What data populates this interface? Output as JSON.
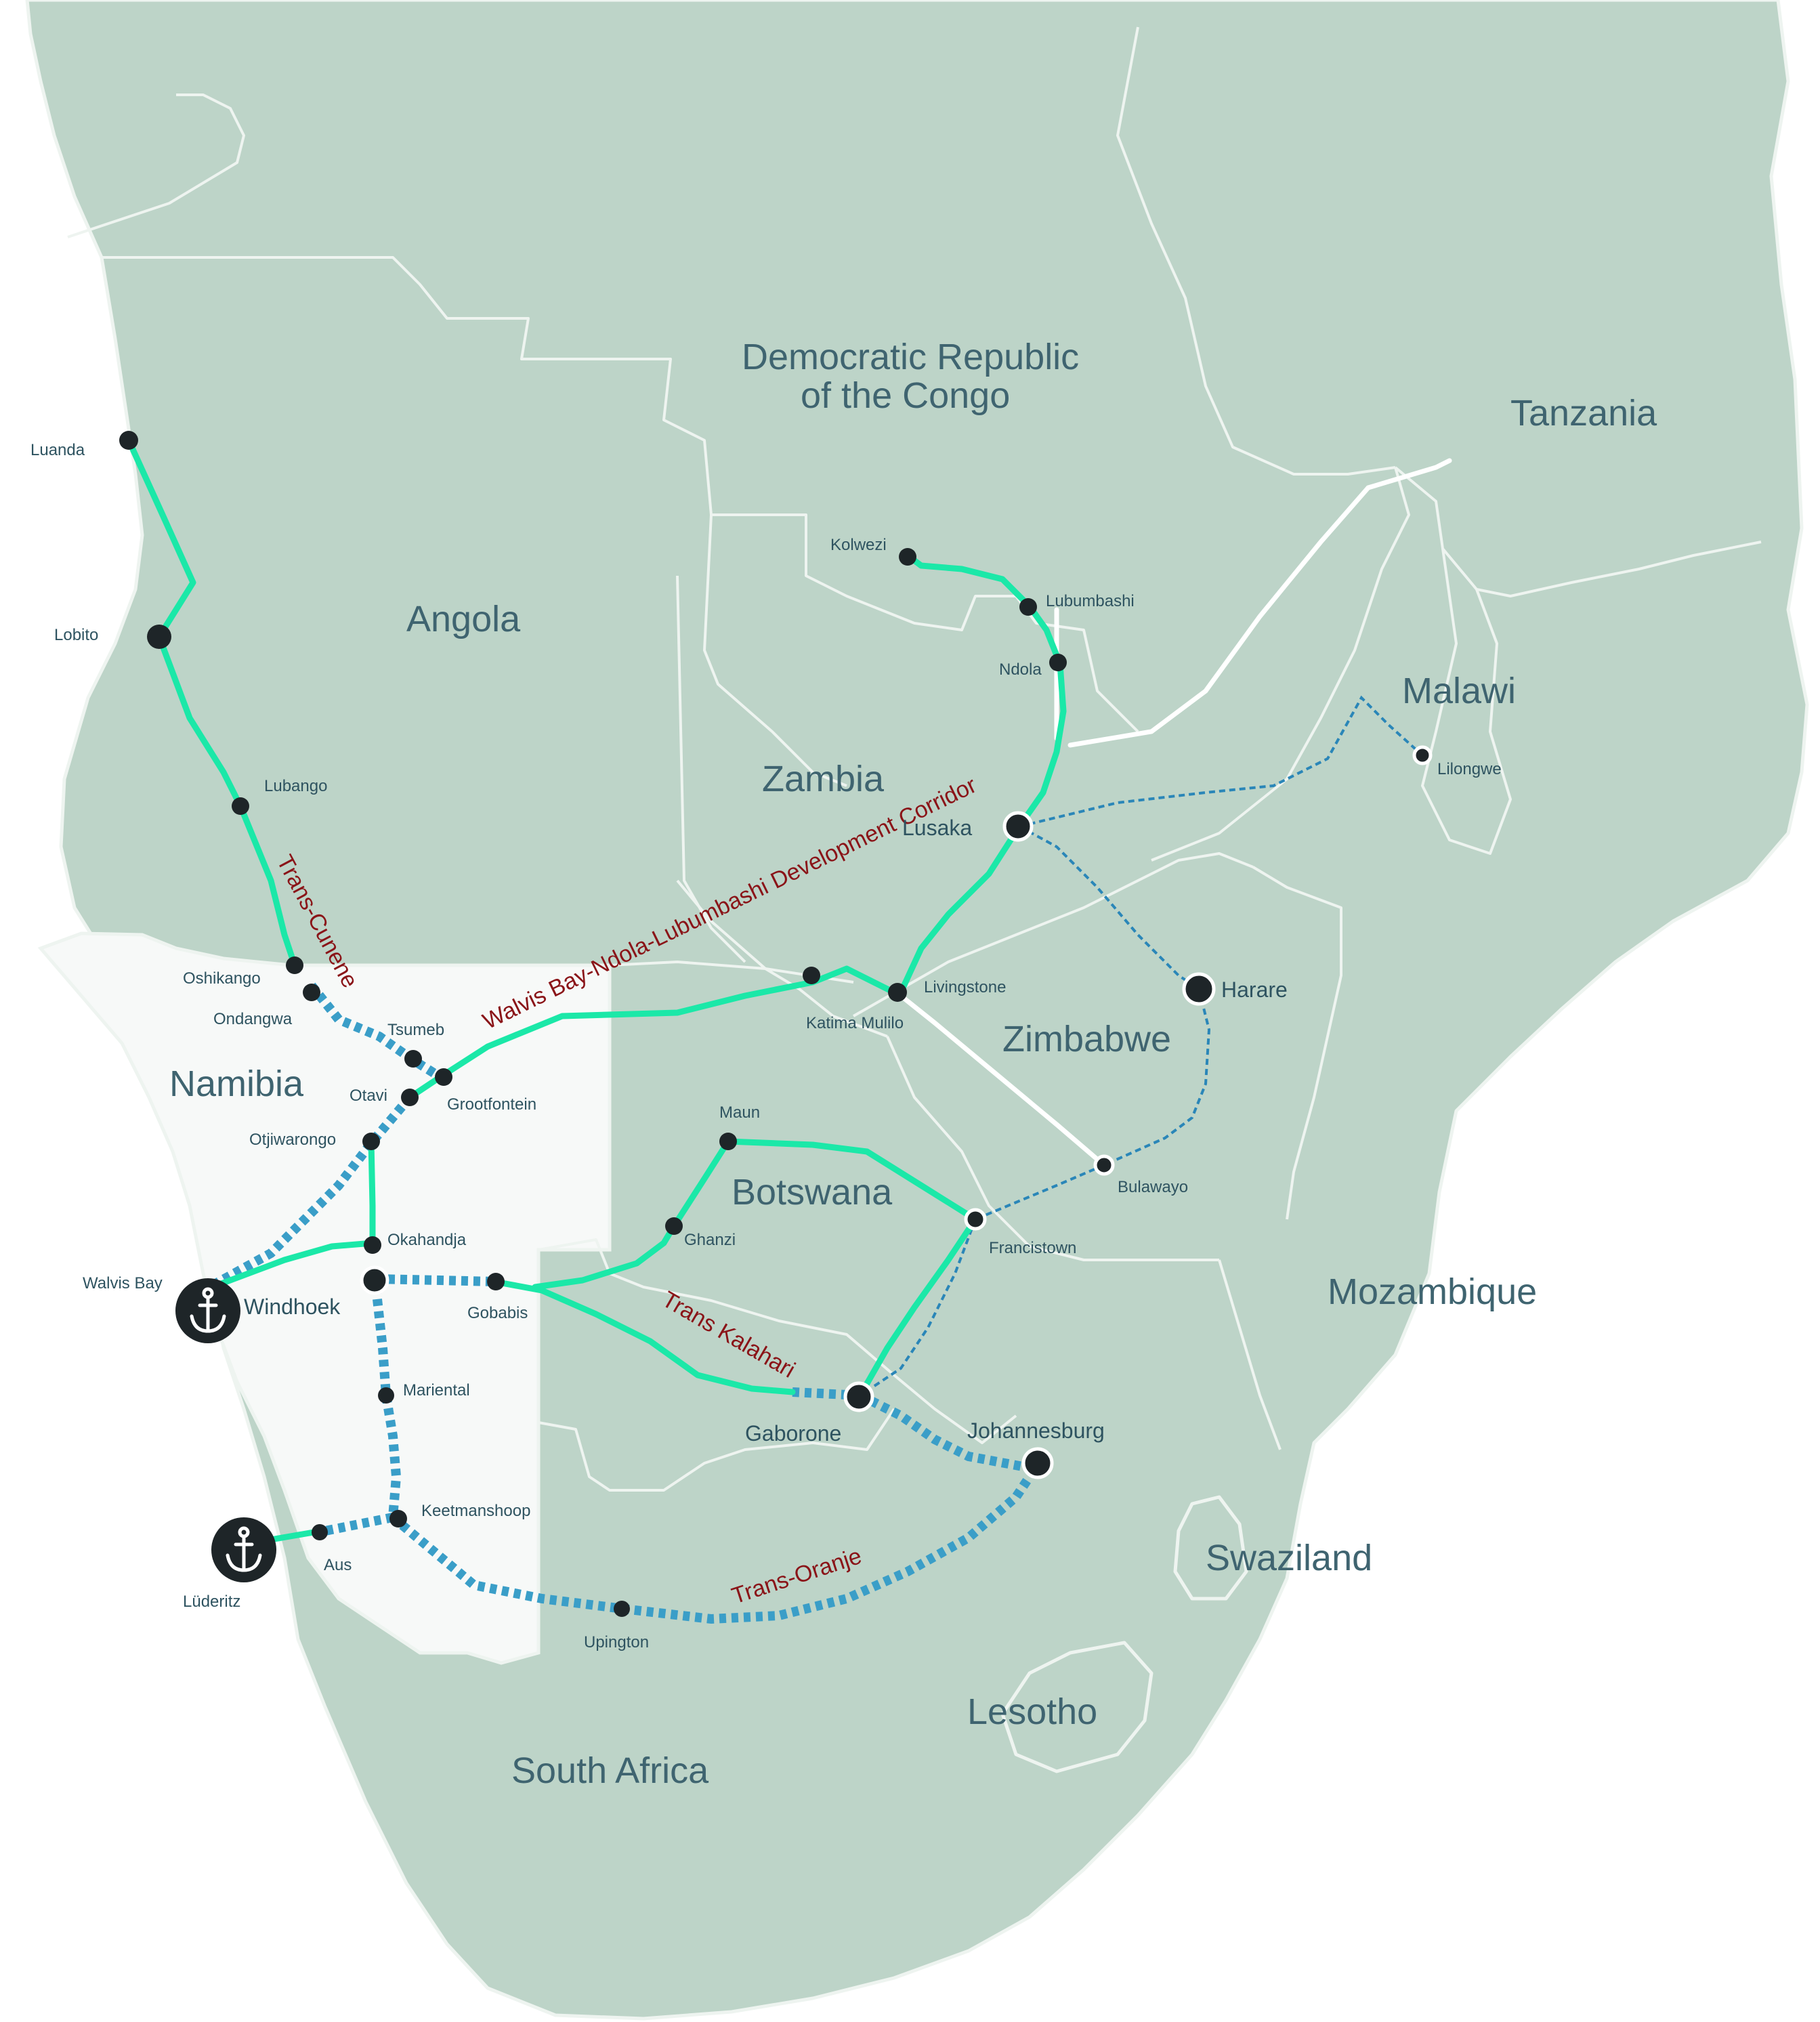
{
  "map": {
    "countries": [
      {
        "id": "angola",
        "label": "Angola"
      },
      {
        "id": "drc",
        "label_line1": "Democratic Republic",
        "label_line2": "of the Congo"
      },
      {
        "id": "tanzania",
        "label": "Tanzania"
      },
      {
        "id": "zambia",
        "label": "Zambia"
      },
      {
        "id": "malawi",
        "label": "Malawi"
      },
      {
        "id": "namibia",
        "label": "Namibia"
      },
      {
        "id": "zimbabwe",
        "label": "Zimbabwe"
      },
      {
        "id": "botswana",
        "label": "Botswana"
      },
      {
        "id": "mozambique",
        "label": "Mozambique"
      },
      {
        "id": "swaziland",
        "label": "Swaziland"
      },
      {
        "id": "lesotho",
        "label": "Lesotho"
      },
      {
        "id": "south_africa",
        "label": "South Africa"
      }
    ],
    "corridors": {
      "trans_cunene": "Trans-Cunene",
      "walvis_ndola": "Walvis Bay-Ndola-Lubumbashi Development Corridor",
      "trans_kalahari": "Trans Kalahari",
      "trans_oranje": "Trans-Oranje"
    },
    "cities": {
      "luanda": "Luanda",
      "lobito": "Lobito",
      "lubango": "Lubango",
      "oshikango": "Oshikango",
      "ondangwa": "Ondangwa",
      "tsumeb": "Tsumeb",
      "grootfontein": "Grootfontein",
      "otavi": "Otavi",
      "otjiwarongo": "Otjiwarongo",
      "okahandja": "Okahandja",
      "walvis_bay": "Walvis Bay",
      "windhoek": "Windhoek",
      "gobabis": "Gobabis",
      "mariental": "Mariental",
      "keetmanshoop": "Keetmanshoop",
      "aus": "Aus",
      "luderitz": "Lüderitz",
      "upington": "Upington",
      "kolwezi": "Kolwezi",
      "lubumbashi": "Lubumbashi",
      "ndola": "Ndola",
      "lusaka": "Lusaka",
      "lilongwe": "Lilongwe",
      "livingstone": "Livingstone",
      "katima_mulilo": "Katima Mulilo",
      "harare": "Harare",
      "bulawayo": "Bulawayo",
      "francistown": "Francistown",
      "maun": "Maun",
      "ghanzi": "Ghanzi",
      "gaborone": "Gaborone",
      "johannesburg": "Johannesburg"
    },
    "colors": {
      "land": "#bdd4c8",
      "namibia": "#f7f9f8",
      "rail_existing": "#1be8a8",
      "rail_planned": "#3a9ec8",
      "corridor_text": "#8a1418",
      "country_text": "#3f6470"
    },
    "icons": [
      "anchor-icon"
    ]
  }
}
